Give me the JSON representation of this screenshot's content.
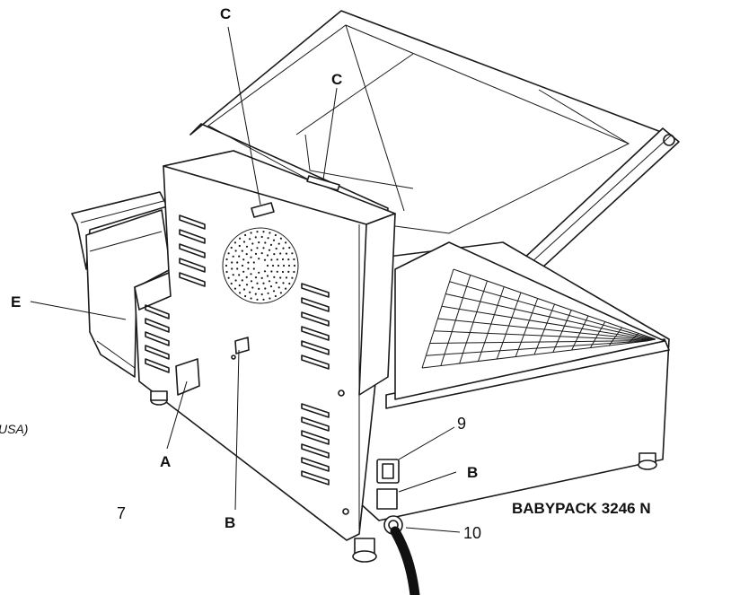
{
  "model": "BABYPACK 3246 N",
  "edge_fragment": "USA)",
  "labels": {
    "c_top": "C",
    "c_mid": "C",
    "e": "E",
    "a": "A",
    "b_panel": "B",
    "b_right": "B",
    "n7": "7",
    "n9": "9",
    "n10": "10"
  }
}
